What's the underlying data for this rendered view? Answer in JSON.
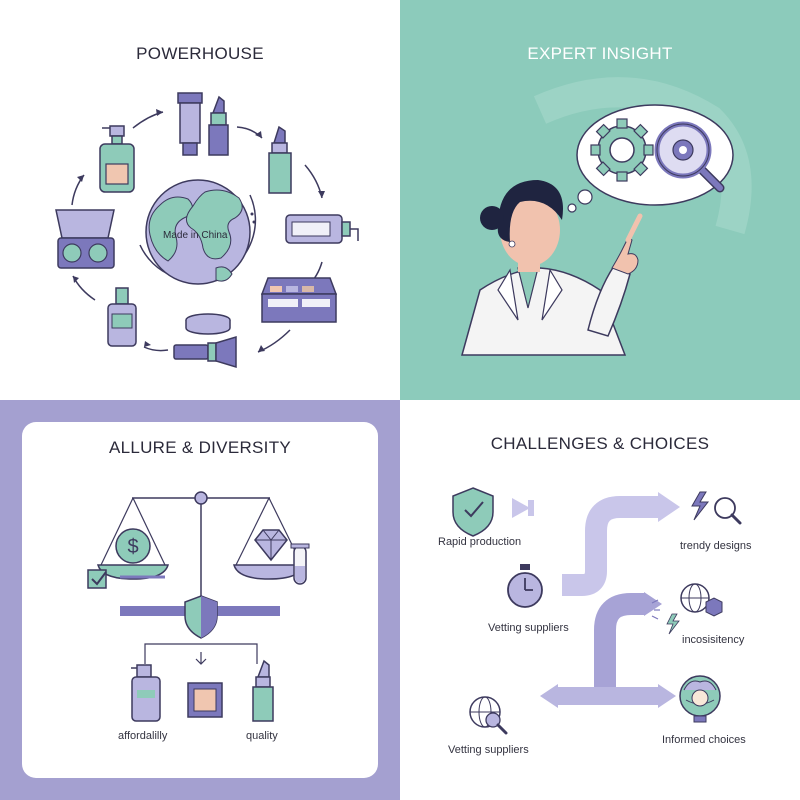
{
  "panels": {
    "powerhouse": {
      "title": "POWERHOUSE",
      "globe_label": "Made in China"
    },
    "expert_insight": {
      "title": "EXPERT INSIGHT"
    },
    "allure_diversity": {
      "title": "ALLURE & DIVERSITY",
      "labels": {
        "affordability": "affordalilly",
        "quality": "quality"
      }
    },
    "challenges_choices": {
      "title": "CHALLENGES & CHOICES",
      "labels": {
        "rapid_production": "Rapid production",
        "trendy_designs": "trendy designs",
        "vetting_suppliers_1": "Vetting suppliers",
        "inconsistency": "incosisitency",
        "vetting_suppliers_2": "Vetting suppliers",
        "informed_choices": "Informed choices"
      }
    }
  },
  "colors": {
    "purple": "#7c78bc",
    "lavender": "#b9b6e0",
    "mint": "#8ecbb9",
    "teal_bg": "#8ccbbb",
    "outline": "#3d3a5e"
  }
}
